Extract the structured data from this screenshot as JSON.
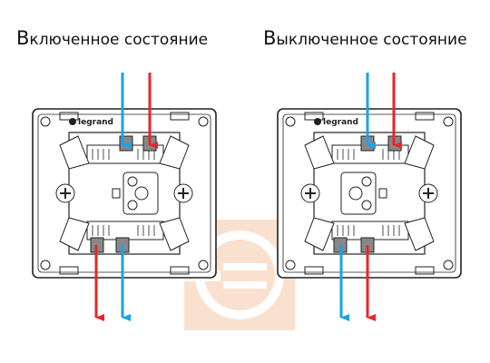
{
  "panels": [
    {
      "title_first": "В",
      "title_rest": "ключенное состояние",
      "brand": "legrand"
    },
    {
      "title_first": "В",
      "title_rest": "ыключенное состояние",
      "brand": "legrand"
    }
  ],
  "colors": {
    "phase_wire": "#e8262a",
    "neutral_wire": "#1aa3e8",
    "outline": "#222222",
    "watermark": "#f7c9a8"
  }
}
